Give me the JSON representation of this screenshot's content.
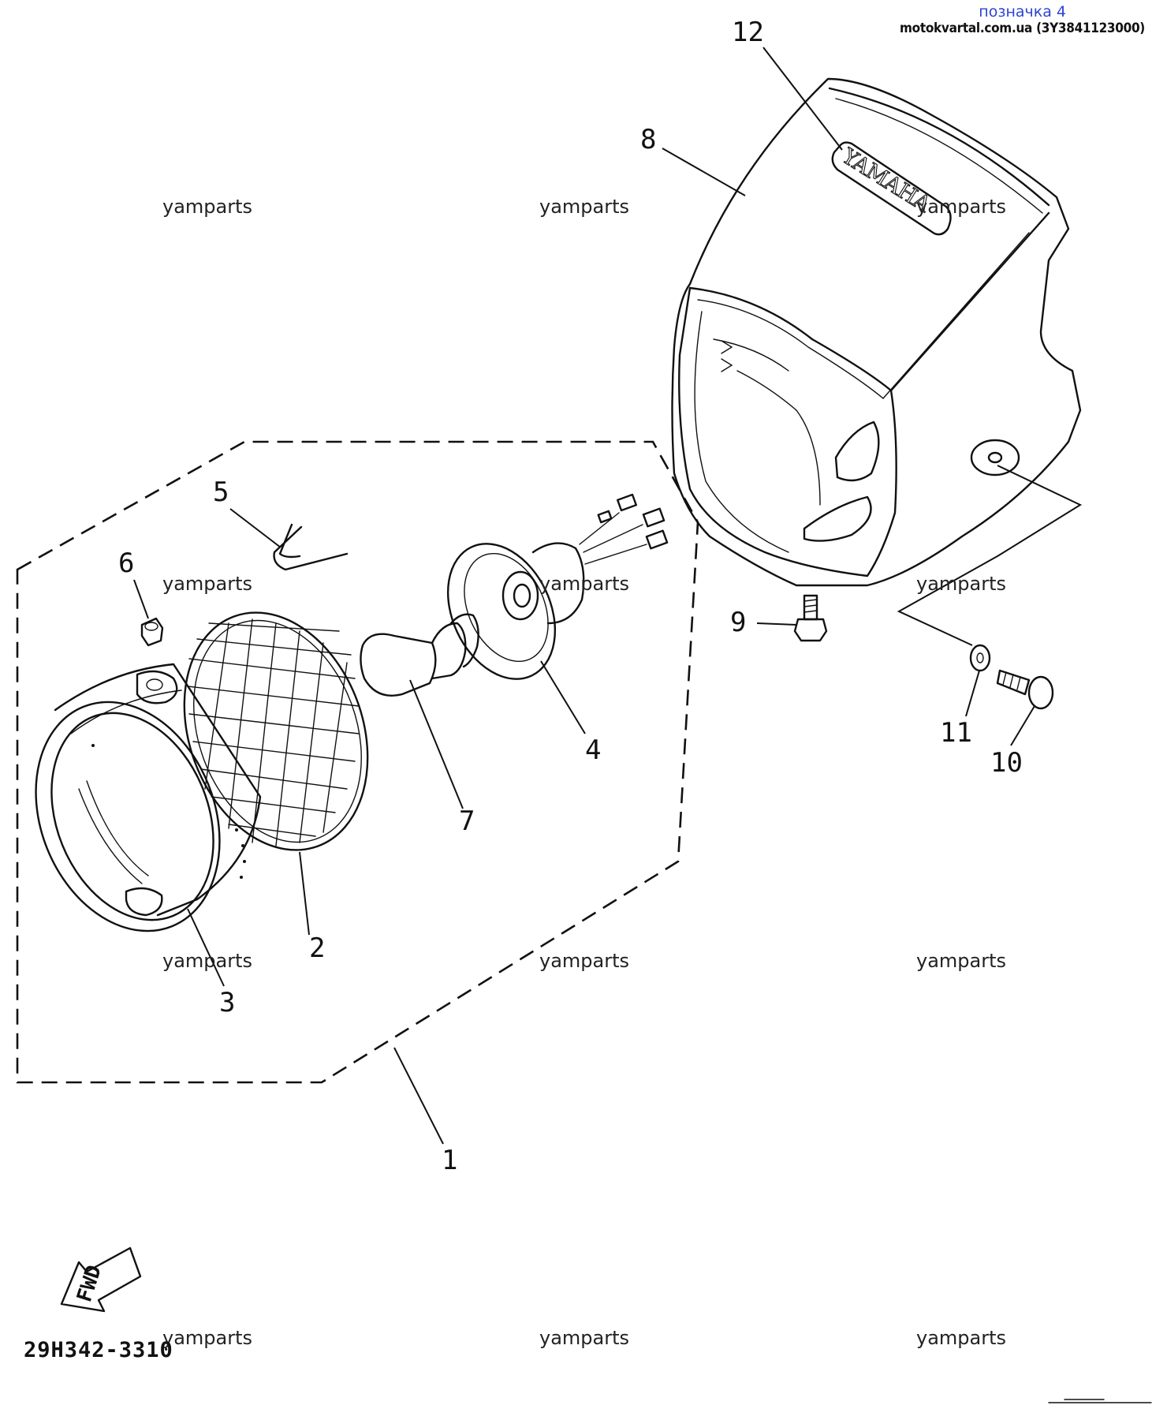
{
  "header": {
    "marker": "позначка 4",
    "source": "motokvartal.com.ua (3Y3841123000)"
  },
  "diagram_code": "29H342-3310",
  "emblem_text": "YAMAHA",
  "fwd_label": "FWD",
  "watermark": "yamparts",
  "callouts": [
    "1",
    "2",
    "3",
    "4",
    "5",
    "6",
    "7",
    "8",
    "9",
    "10",
    "11",
    "12"
  ]
}
